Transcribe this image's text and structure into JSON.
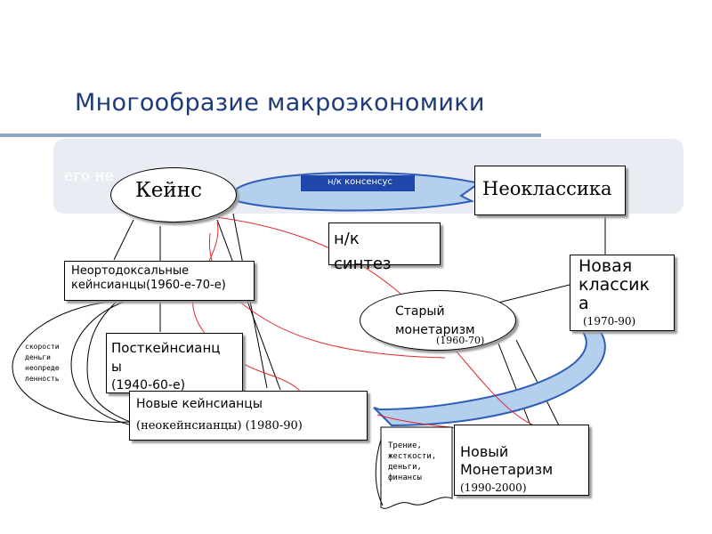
{
  "slide": {
    "title": "Многообразие макроэкономики",
    "banner_text": "его не"
  },
  "nodes": {
    "keynes": "Кейнс",
    "neoclassic": "Неоклассика",
    "nk_consensus": "н/к консенсус",
    "nk_synthesis_1": "н/к",
    "nk_synthesis_2": "синтез",
    "unorthodox_1": "Неортодоксальные",
    "unorthodox_2": "кейнсианцы(1960-е-70-е)",
    "new_classic_1": "Новая",
    "new_classic_2": "классик",
    "new_classic_3": "а",
    "new_classic_years": "(1970-90)",
    "old_monetarism_1": "Старый",
    "old_monetarism_2": "монетаризм",
    "old_monetarism_years": "(1960-70)",
    "post_keynesian_1": "Посткейнсианц",
    "post_keynesian_2": "ы",
    "post_keynesian_years": "(1940-60-е)",
    "velocity_1": "скорости",
    "velocity_2": "деньги",
    "velocity_3": "неопреде",
    "velocity_4": "ленность",
    "new_keynesian_1": "Новые кейнсианцы",
    "new_keynesian_2": "(неокейнсианцы)  (1980-90)",
    "friction_1": "Трение,",
    "friction_2": "жесткости,",
    "friction_3": "деньги,",
    "friction_4": "финансы",
    "new_monetarism_1": "Новый",
    "new_monetarism_2": "Монетаризм",
    "new_monetarism_years": "(1990-2000)"
  },
  "colors": {
    "title": "#1f3a78",
    "title_rule": "#93a5c6",
    "banner": "#e9ecf3",
    "arrow_fill": "#b4d0ee",
    "arrow_blue": "#2f5eb8",
    "red_curve": "#e0282d"
  }
}
